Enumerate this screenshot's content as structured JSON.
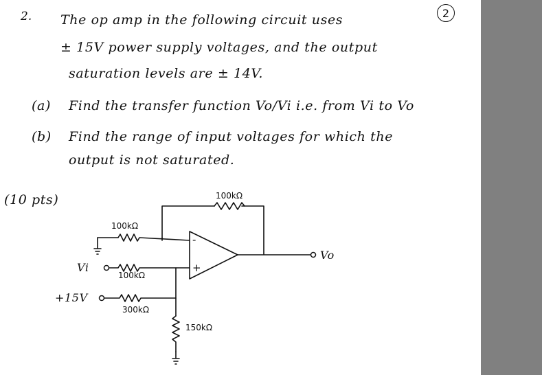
{
  "problem_number": "2.",
  "page_badge": "2",
  "statement": {
    "line1": "The   op amp  in  the  following   circuit  uses",
    "line2": "± 15V  power  supply  voltages,  and  the  output",
    "line3": "saturation  levels  are  ± 14V."
  },
  "parts": {
    "a_marker": "(a)",
    "a_text": "Find   the  transfer  function     Vo/Vi    i.e. from Vi to Vo",
    "b_marker": "(b)",
    "b_text": "Find  the  range  of  input   voltages  for  which  the",
    "b_text2": "output  is  not  saturated."
  },
  "points": "(10 pts)",
  "circuit": {
    "feedback_resistor": "100kΩ",
    "inverting_resistor": "100kΩ",
    "input_resistor": "100kΩ",
    "bias_resistor": "300kΩ",
    "ground_resistor": "150kΩ",
    "input_label": "Vi",
    "output_label": "Vo",
    "supply_label": "+15V",
    "minus_sign": "-",
    "plus_sign": "+"
  }
}
